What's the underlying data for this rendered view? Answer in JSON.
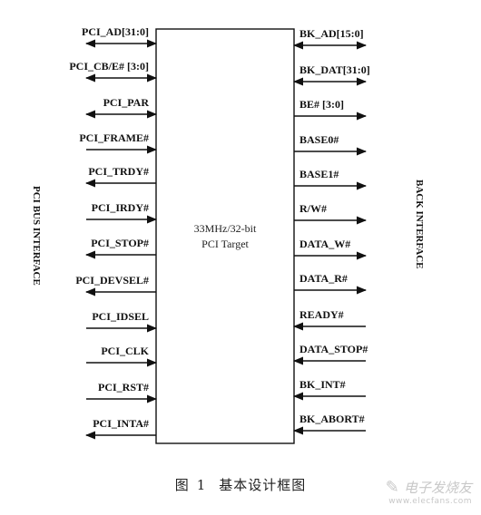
{
  "diagram": {
    "core": {
      "line1": "33MHz/32-bit",
      "line2": "PCI  Target"
    },
    "left_side_label": "PCI BUS INTERFACE",
    "right_side_label": "BACK INTERFACE",
    "left_signals": [
      {
        "label": "PCI_AD[31:0]",
        "dir": "bidir"
      },
      {
        "label": "PCI_CB/E# [3:0]",
        "dir": "bidir"
      },
      {
        "label": "PCI_PAR",
        "dir": "bidir"
      },
      {
        "label": "PCI_FRAME#",
        "dir": "in"
      },
      {
        "label": "PCI_TRDY#",
        "dir": "out"
      },
      {
        "label": "PCI_IRDY#",
        "dir": "in"
      },
      {
        "label": "PCI_STOP#",
        "dir": "out"
      },
      {
        "label": "PCI_DEVSEL#",
        "dir": "out"
      },
      {
        "label": "PCI_IDSEL",
        "dir": "in"
      },
      {
        "label": "PCI_CLK",
        "dir": "in"
      },
      {
        "label": "PCI_RST#",
        "dir": "in"
      },
      {
        "label": "PCI_INTA#",
        "dir": "out"
      }
    ],
    "right_signals": [
      {
        "label": "BK_AD[15:0]",
        "dir": "bidir"
      },
      {
        "label": "BK_DAT[31:0]",
        "dir": "bidir"
      },
      {
        "label": "BE# [3:0]",
        "dir": "out"
      },
      {
        "label": "BASE0#",
        "dir": "out"
      },
      {
        "label": "BASE1#",
        "dir": "out"
      },
      {
        "label": "R/W#",
        "dir": "out"
      },
      {
        "label": "DATA_W#",
        "dir": "out"
      },
      {
        "label": "DATA_R#",
        "dir": "out"
      },
      {
        "label": "READY#",
        "dir": "in"
      },
      {
        "label": "DATA_STOP#",
        "dir": "in"
      },
      {
        "label": "BK_INT#",
        "dir": "in"
      },
      {
        "label": "BK_ABORT#",
        "dir": "in"
      }
    ]
  },
  "caption": {
    "figure": "图",
    "number": "1",
    "title": "基本设计框图"
  },
  "watermark": {
    "logo": "电子发烧友",
    "url": "www.elecfans.com"
  }
}
